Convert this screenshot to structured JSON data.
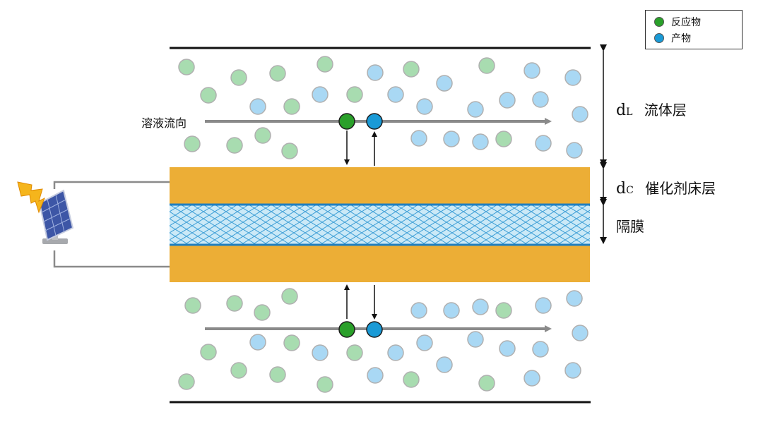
{
  "legend": {
    "reactant_label": "反应物",
    "product_label": "产物",
    "reactant_color": "#2aa02a",
    "product_color": "#1a9ad6"
  },
  "labels": {
    "flow_direction": "溶液流向",
    "fluid_layer_symbol": "d",
    "fluid_layer_sub": "L",
    "fluid_layer_name": "流体层",
    "catalyst_layer_symbol": "d",
    "catalyst_layer_sub": "C",
    "catalyst_layer_name": "催化剂床层",
    "membrane_name": "隔膜"
  },
  "colors": {
    "catalyst": "#ecae36",
    "membrane_fill": "#cbe9f7",
    "membrane_mesh": "#3e9fd6",
    "membrane_border": "#1f7fc0",
    "reactant_light": "#a8dcb0",
    "product_light": "#a9d8f4",
    "arrow_gray": "#8a8a8a"
  }
}
